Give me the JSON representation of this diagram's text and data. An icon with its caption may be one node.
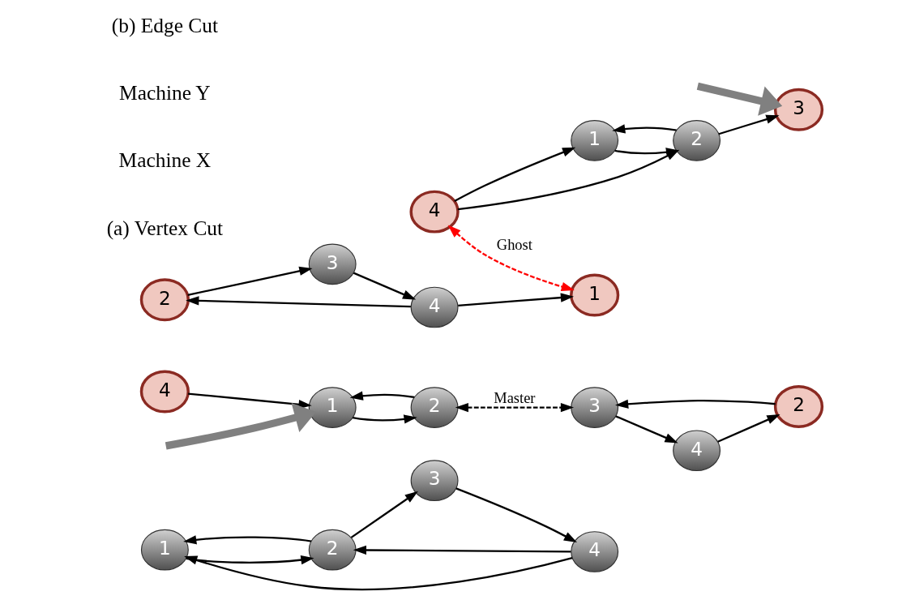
{
  "diagram": {
    "nodes": [
      {
        "text": [
          "1"
        ]
      },
      {
        "text": [
          "2"
        ]
      },
      {
        "text": [
          "3"
        ]
      },
      {
        "text": [
          "4"
        ]
      },
      {
        "text": [
          "1"
        ]
      },
      {
        "text": [
          "2"
        ]
      },
      {
        "text": [
          "4"
        ]
      },
      {
        "text": [
          "2"
        ]
      },
      {
        "text": [
          "3"
        ]
      },
      {
        "text": [
          "4"
        ]
      },
      {
        "text": [
          "1"
        ]
      },
      {
        "text": [
          "2"
        ]
      },
      {
        "text": [
          "3"
        ]
      },
      {
        "text": [
          "4"
        ]
      },
      {
        "text": [
          "1"
        ]
      },
      {
        "text": [
          "2"
        ]
      },
      {
        "text": [
          "3"
        ]
      },
      {
        "text": [
          "4"
        ]
      }
    ],
    "edges": [
      {
        "from": 0,
        "to": 1,
        "arrow": "to"
      },
      {
        "from": 1,
        "to": 0,
        "arrow": "to"
      },
      {
        "from": 1,
        "to": 2,
        "arrow": "to"
      },
      {
        "from": 2,
        "to": 3,
        "arrow": "to"
      },
      {
        "from": 3,
        "to": 1,
        "arrow": "to"
      },
      {
        "from": 3,
        "to": 0,
        "arrow": "to"
      },
      {
        "from": null,
        "to": 4,
        "arrow": "to",
        "style": "thick",
        "color": "#808080"
      },
      {
        "from": 4,
        "to": 5,
        "arrow": "to"
      },
      {
        "from": 5,
        "to": 4,
        "arrow": "to"
      },
      {
        "from": 6,
        "to": 4,
        "arrow": "to"
      },
      {
        "from": 7,
        "to": 8,
        "arrow": "to"
      },
      {
        "from": 8,
        "to": 9,
        "arrow": "to"
      },
      {
        "from": 9,
        "to": 7,
        "arrow": "to"
      },
      {
        "from": 5,
        "to": 8,
        "arrow": "both",
        "label": "Master",
        "style": "dashed"
      },
      {
        "from": null,
        "to": 12,
        "arrow": "to",
        "style": "thick",
        "color": "#808080"
      },
      {
        "from": 10,
        "to": 11,
        "arrow": "to"
      },
      {
        "from": 11,
        "to": 10,
        "arrow": "to"
      },
      {
        "from": 11,
        "to": 12,
        "arrow": "to"
      },
      {
        "from": 13,
        "to": 11,
        "arrow": "to"
      },
      {
        "from": 13,
        "to": 10,
        "arrow": "to"
      },
      {
        "from": 15,
        "to": 16,
        "arrow": "to"
      },
      {
        "from": 16,
        "to": 17,
        "arrow": "to"
      },
      {
        "from": 17,
        "to": 15,
        "arrow": "to"
      },
      {
        "from": 17,
        "to": 14,
        "arrow": "to"
      },
      {
        "from": 13,
        "to": 14,
        "arrow": "both",
        "label": "Ghost",
        "style": "dashed",
        "color": "#ff0000"
      }
    ],
    "labels": [
      "(a) Vertex Cut",
      "Machine X",
      "Machine Y",
      "(b) Edge Cut"
    ]
  }
}
